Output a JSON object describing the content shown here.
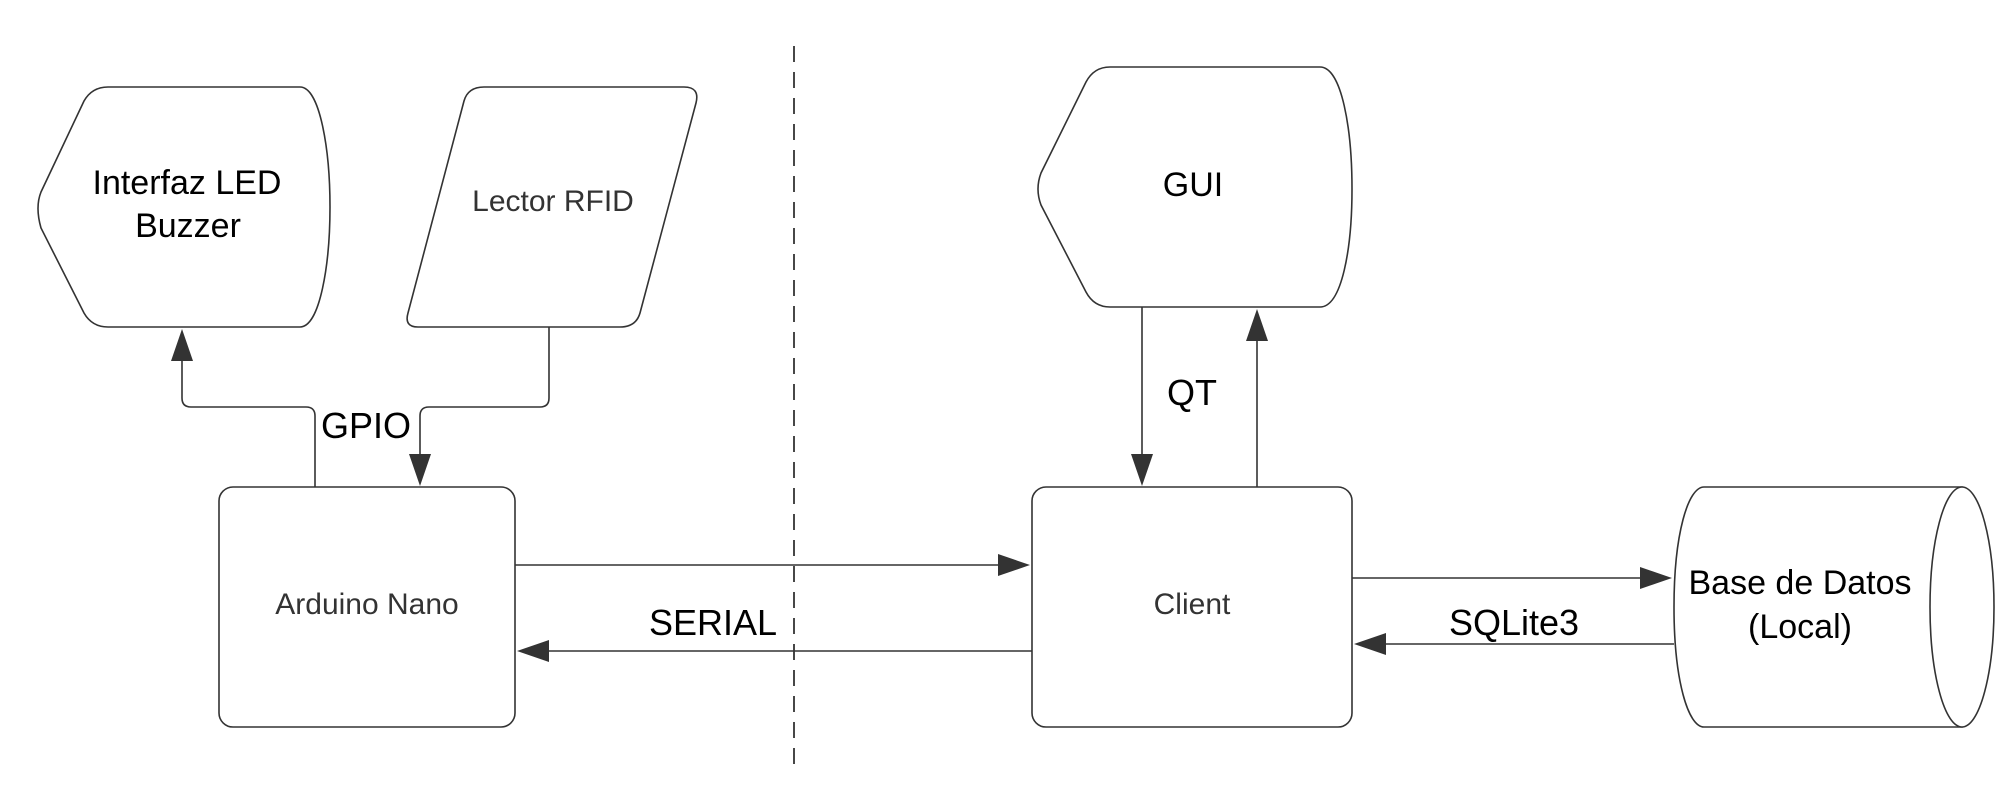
{
  "nodes": {
    "led_buzzer": {
      "line1": "Interfaz LED",
      "line2": "Buzzer"
    },
    "rfid": {
      "label": "Lector RFID"
    },
    "gui": {
      "label": "GUI"
    },
    "arduino": {
      "label": "Arduino Nano"
    },
    "client": {
      "label": "Client"
    },
    "database": {
      "line1": "Base de Datos",
      "line2": "(Local)"
    }
  },
  "edges": {
    "gpio": "GPIO",
    "qt": "QT",
    "serial": "SERIAL",
    "sqlite": "SQLite3"
  },
  "colors": {
    "stroke": "#333333",
    "text": "#000000",
    "background": "#ffffff"
  }
}
